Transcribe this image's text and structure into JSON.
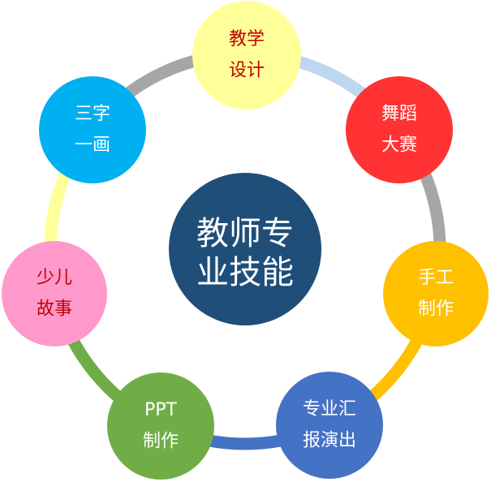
{
  "center": {
    "lines": [
      "教师专",
      "业技能"
    ],
    "fill": "#1F4E79",
    "text_color": "#FFFFFF"
  },
  "nodes": [
    {
      "id": "jiaoxue-sheji",
      "lines": [
        "教学",
        "设计"
      ],
      "fill": "#FFFF99",
      "text_color": "#C00000"
    },
    {
      "id": "wudao-dasai",
      "lines": [
        "舞蹈",
        "大赛"
      ],
      "fill": "#FF3333",
      "text_color": "#FFFFFF"
    },
    {
      "id": "shougong-zhizuo",
      "lines": [
        "手工",
        "制作"
      ],
      "fill": "#FFC000",
      "text_color": "#FFFFFF"
    },
    {
      "id": "zhuanye-huibao",
      "lines": [
        "专业汇",
        "报演出"
      ],
      "fill": "#4472C4",
      "text_color": "#FFFFFF"
    },
    {
      "id": "ppt-zhizuo",
      "lines": [
        "PPT",
        "制作"
      ],
      "fill": "#70AD47",
      "text_color": "#FFFFFF"
    },
    {
      "id": "shaoer-gushi",
      "lines": [
        "少儿",
        "故事"
      ],
      "fill": "#FF99CC",
      "text_color": "#C00000"
    },
    {
      "id": "sanzi-yihua",
      "lines": [
        "三字",
        "一画"
      ],
      "fill": "#00B0F0",
      "text_color": "#FFFFFF"
    }
  ],
  "connectors": [
    {
      "from": "jiaoxue-sheji",
      "to": "wudao-dasai",
      "color": "#BDD7EE"
    },
    {
      "from": "wudao-dasai",
      "to": "shougong-zhizuo",
      "color": "#A6A6A6"
    },
    {
      "from": "shougong-zhizuo",
      "to": "zhuanye-huibao",
      "color": "#FFC000"
    },
    {
      "from": "zhuanye-huibao",
      "to": "ppt-zhizuo",
      "color": "#4472C4"
    },
    {
      "from": "ppt-zhizuo",
      "to": "shaoer-gushi",
      "color": "#70AD47"
    },
    {
      "from": "shaoer-gushi",
      "to": "sanzi-yihua",
      "color": "#FFFF99"
    },
    {
      "from": "sanzi-yihua",
      "to": "jiaoxue-sheji",
      "color": "#A6A6A6"
    }
  ]
}
